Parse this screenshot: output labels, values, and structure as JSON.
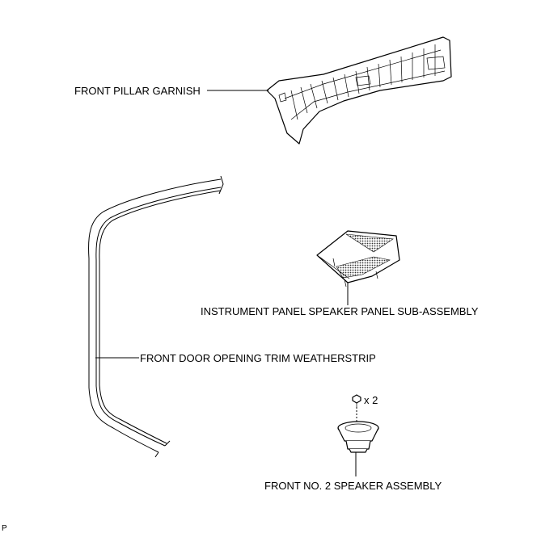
{
  "labels": {
    "front_pillar_garnish": "FRONT PILLAR GARNISH",
    "instrument_panel_speaker_panel": "INSTRUMENT PANEL SPEAKER PANEL SUB-ASSEMBLY",
    "front_door_opening_trim_weatherstrip": "FRONT DOOR OPENING TRIM WEATHERSTRIP",
    "fastener_qty": "x 2",
    "front_no2_speaker_assembly": "FRONT NO. 2 SPEAKER ASSEMBLY"
  },
  "footer_code": "P"
}
